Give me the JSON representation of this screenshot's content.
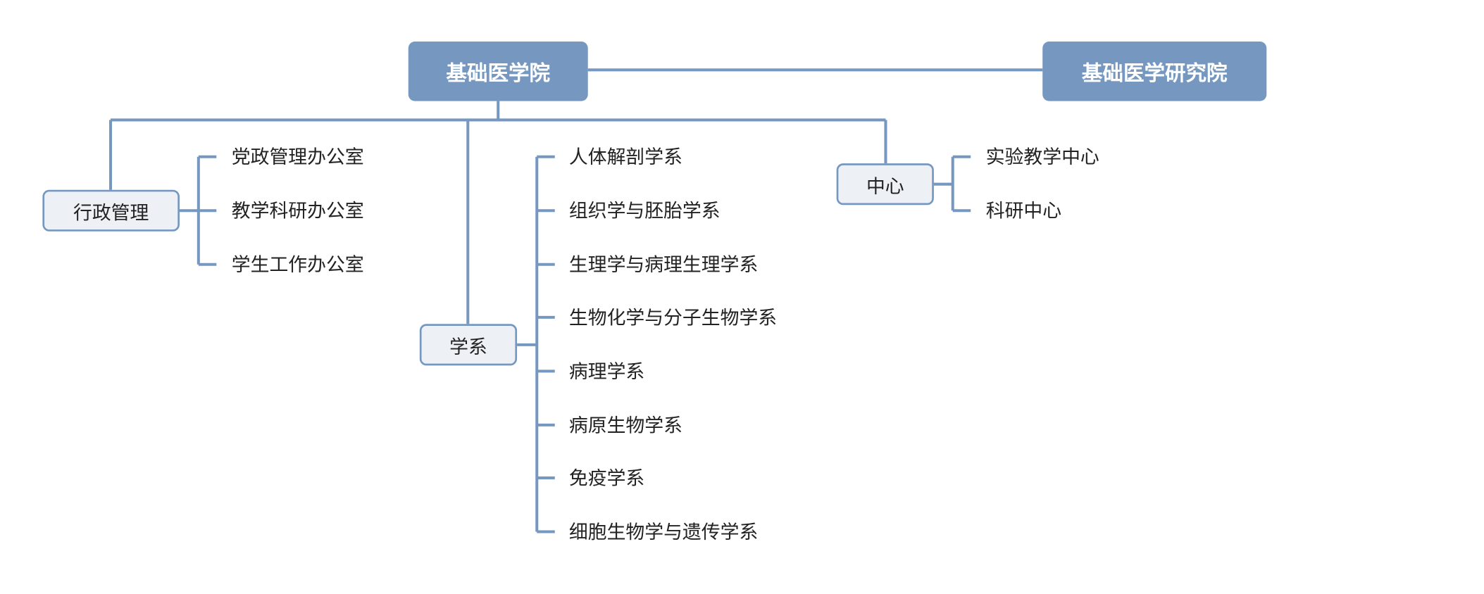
{
  "colors": {
    "connector": "#7698c0",
    "main_fill": "#7698c0",
    "main_text": "#ffffff",
    "sub_fill": "#edf1f6",
    "sub_border": "#7698c0",
    "text": "#222222"
  },
  "diagram": {
    "root": "基础医学院",
    "partner": "基础医学研究院",
    "branches": [
      {
        "label": "行政管理",
        "children": [
          "党政管理办公室",
          "教学科研办公室",
          "学生工作办公室"
        ]
      },
      {
        "label": "学系",
        "children": [
          "人体解剖学系",
          "组织学与胚胎学系",
          "生理学与病理生理学系",
          "生物化学与分子生物学系",
          "病理学系",
          "病原生物学系",
          "免疫学系",
          "细胞生物学与遗传学系"
        ]
      },
      {
        "label": "中心",
        "children": [
          "实验教学中心",
          "科研中心"
        ]
      }
    ]
  }
}
